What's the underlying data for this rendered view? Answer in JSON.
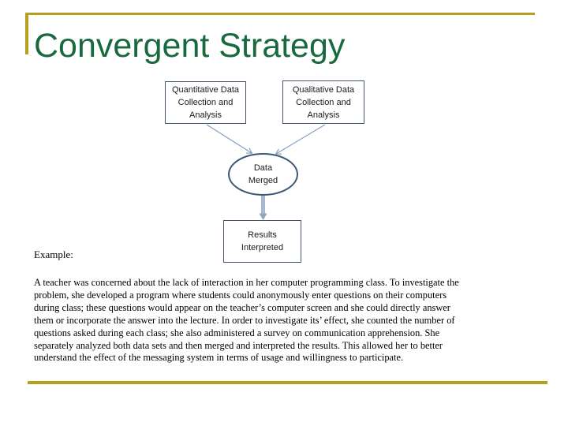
{
  "slide": {
    "title": "Convergent Strategy",
    "colors": {
      "title_green": "#19693E",
      "accent_gold": "#B6A020",
      "box_border": "#44546A",
      "ellipse_border": "#3A5876",
      "arrow_thin": "#7F9CBF",
      "arrow_thick_fill": "#A9BFD6",
      "arrow_thick_edge": "#8FA5BE",
      "body_text": "#000000"
    }
  },
  "diagram": {
    "quantitative_box": {
      "lines": [
        "Quantitative Data",
        "Collection and",
        "Analysis"
      ]
    },
    "qualitative_box": {
      "lines": [
        "Qualitative Data",
        "Collection and",
        "Analysis"
      ]
    },
    "merged_ellipse": {
      "lines": [
        "Data",
        "Merged"
      ]
    },
    "results_box": {
      "lines": [
        "Results",
        "Interpreted"
      ]
    },
    "arrows": [
      "quantitative-to-merged",
      "qualitative-to-merged",
      "merged-to-results"
    ]
  },
  "example": {
    "label": "Example:"
  },
  "body": {
    "lines": [
      "A teacher was concerned about the lack of interaction in her computer programming class.  To investigate the",
      "problem, she developed a program where students could anonymously enter questions on their computers",
      "during class; these questions would appear on the teacher’s computer screen and she could directly answer",
      "them or incorporate the answer into the lecture. In order to investigate its’ effect, she counted the number of",
      "questions asked during each class; she also administered a survey on communication apprehension.  She",
      "separately analyzed both data sets and then merged and interpreted the results.  This allowed her to better",
      "understand the effect of the messaging system in terms of usage and willingness to participate."
    ]
  }
}
